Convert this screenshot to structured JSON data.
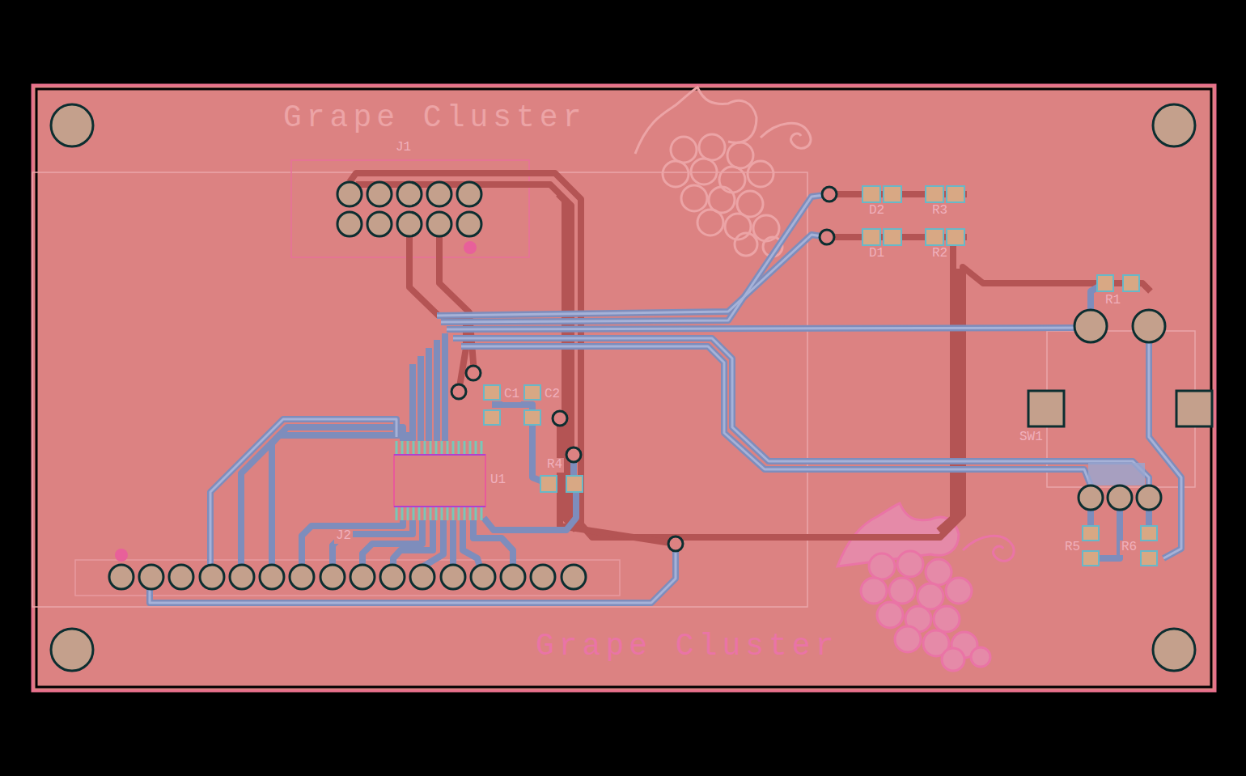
{
  "diagram": {
    "labels": [
      "Grape Cluster",
      "Grape Cluster",
      "J1",
      "D2",
      "R3",
      "D1",
      "R2",
      "R1",
      "C1",
      "C2",
      "R4",
      "U1",
      "J2",
      "SW1",
      "R5",
      "R6"
    ]
  }
}
